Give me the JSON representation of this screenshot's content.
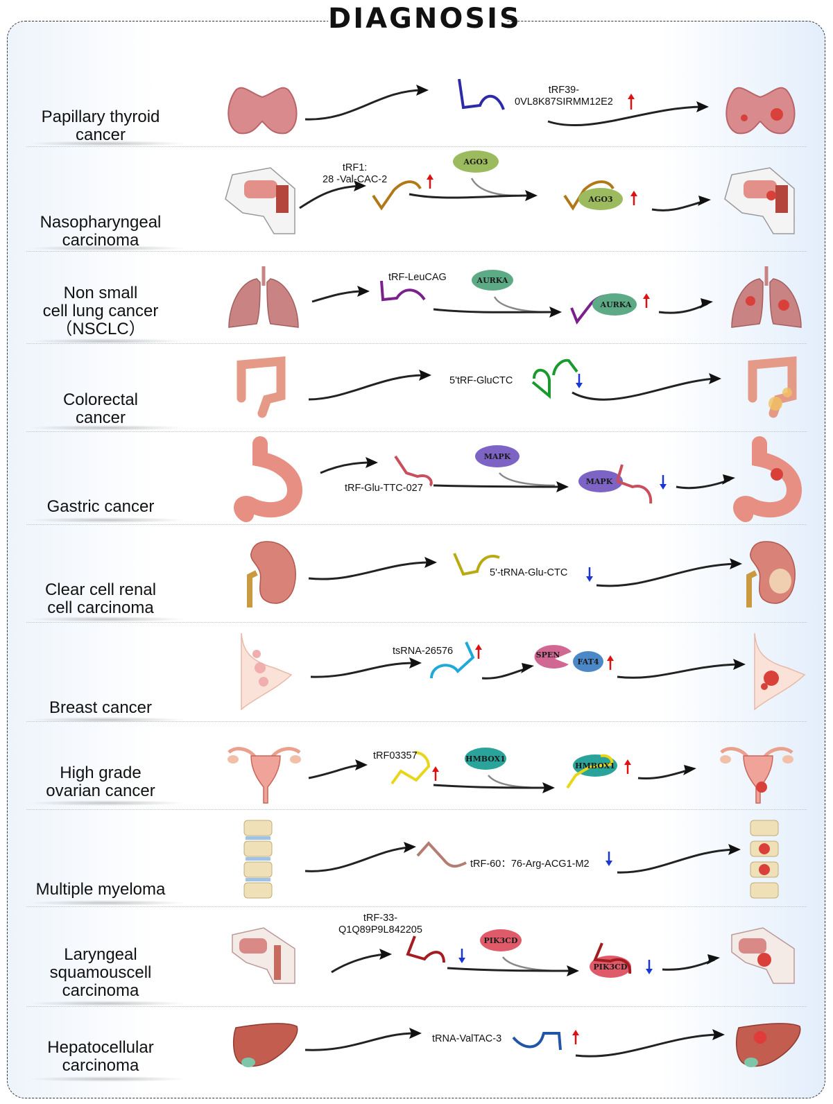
{
  "title": "DIAGNOSIS",
  "colors": {
    "up_arrow": "#e01010",
    "down_arrow": "#1a36d6"
  },
  "rows": [
    {
      "cancer": "Papillary thyroid cancer",
      "cancer_lines": [
        "Papillary thyroid",
        "cancer"
      ],
      "organ": "thyroid-icon",
      "trf": "tRF39-0VL8K87SIRMM12E2",
      "trf_lines": [
        "tRF39-",
        "0VL8K87SIRMM12E2"
      ],
      "regulation": "up",
      "protein": null
    },
    {
      "cancer": "Nasopharyngeal carcinoma",
      "cancer_lines": [
        "Nasopharyngeal",
        "carcinoma"
      ],
      "organ": "nasopharynx-icon",
      "trf": "tRF1:28-Val-CAC-2",
      "trf_lines": [
        "tRF1:",
        "28 -Val-CAC-2"
      ],
      "regulation": "up",
      "protein": "AGO3"
    },
    {
      "cancer": "Non small cell lung cancer (NSCLC)",
      "cancer_lines": [
        "Non small",
        "cell lung cancer",
        "（NSCLC）"
      ],
      "organ": "lung-icon",
      "trf": "tRF-LeuCAG",
      "trf_lines": [
        "tRF-LeuCAG"
      ],
      "regulation": "up",
      "protein": "AURKA"
    },
    {
      "cancer": "Colorectal cancer",
      "cancer_lines": [
        "Colorectal",
        "cancer"
      ],
      "organ": "colon-icon",
      "trf": "5'tRF-GluCTC",
      "trf_lines": [
        "5'tRF-GluCTC"
      ],
      "regulation": "down",
      "protein": null
    },
    {
      "cancer": "Gastric cancer",
      "cancer_lines": [
        "Gastric cancer"
      ],
      "organ": "stomach-icon",
      "trf": "tRF-Glu-TTC-027",
      "trf_lines": [
        "tRF-Glu-TTC-027"
      ],
      "regulation": "down",
      "protein": "MAPK"
    },
    {
      "cancer": "Clear cell renal cell carcinoma",
      "cancer_lines": [
        "Clear cell renal",
        "cell carcinoma"
      ],
      "organ": "kidney-icon",
      "trf": "5'-tRNA-Glu-CTC",
      "trf_lines": [
        "5'-tRNA-Glu-CTC"
      ],
      "regulation": "down",
      "protein": null
    },
    {
      "cancer": "Breast cancer",
      "cancer_lines": [
        "Breast cancer"
      ],
      "organ": "breast-icon",
      "trf": "tsRNA-26576",
      "trf_lines": [
        "tsRNA-26576"
      ],
      "regulation": "up",
      "protein": "SPEN",
      "protein2": "FAT4"
    },
    {
      "cancer": "High grade ovarian cancer",
      "cancer_lines": [
        "High grade",
        "ovarian cancer"
      ],
      "organ": "ovary-icon",
      "trf": "tRF03357",
      "trf_lines": [
        "tRF03357"
      ],
      "regulation": "up",
      "protein": "HMBOX1"
    },
    {
      "cancer": "Multiple myeloma",
      "cancer_lines": [
        "Multiple myeloma"
      ],
      "organ": "spine-icon",
      "trf": "tRF-60: 76-Arg-ACG1-M2",
      "trf_lines": [
        "tRF-60：76-Arg-ACG1-M2"
      ],
      "regulation": "down",
      "protein": null
    },
    {
      "cancer": "Laryngeal squamouscell carcinoma",
      "cancer_lines": [
        "Laryngeal",
        "squamouscell",
        "carcinoma"
      ],
      "organ": "larynx-icon",
      "trf": "tRF-33-Q1Q89P9L842205",
      "trf_lines": [
        "tRF-33-",
        "Q1Q89P9L842205"
      ],
      "regulation": "down",
      "protein": "PIK3CD"
    },
    {
      "cancer": "Hepatocellular carcinoma",
      "cancer_lines": [
        "Hepatocellular",
        "carcinoma"
      ],
      "organ": "liver-icon",
      "trf": "tRNA-ValTAC-3",
      "trf_lines": [
        "tRNA-ValTAC-3"
      ],
      "regulation": "up",
      "protein": null
    }
  ]
}
